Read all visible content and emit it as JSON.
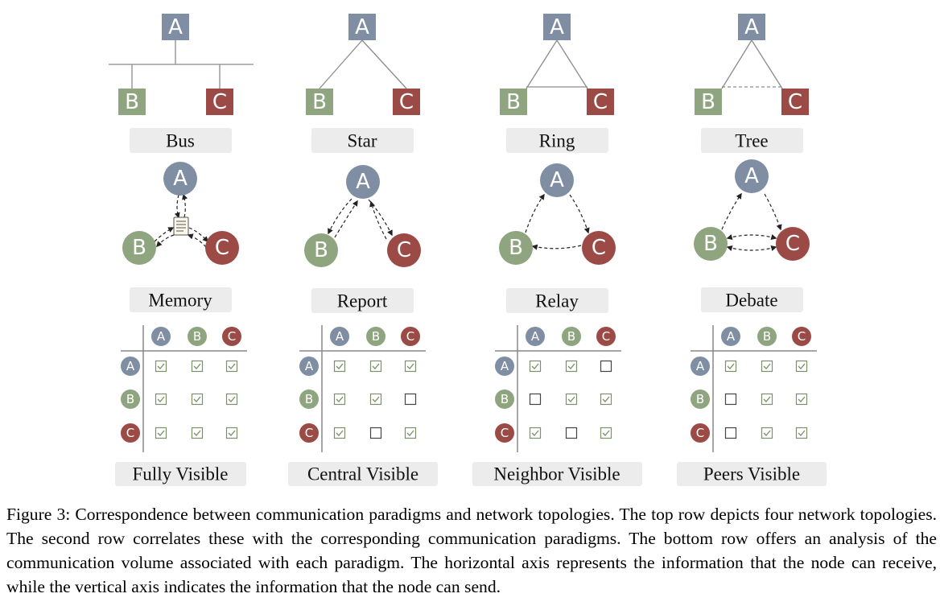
{
  "colors": {
    "node_a": "#7f8ea3",
    "node_b": "#8ea57f",
    "node_c": "#9b4a45",
    "label_bg": "#ececec",
    "line": "#8c8c8c",
    "check": "#7b8f6a"
  },
  "nodes": {
    "a": "A",
    "b": "B",
    "c": "C"
  },
  "topologies": [
    {
      "label": "Bus"
    },
    {
      "label": "Star"
    },
    {
      "label": "Ring"
    },
    {
      "label": "Tree"
    }
  ],
  "paradigms": [
    {
      "label": "Memory"
    },
    {
      "label": "Report"
    },
    {
      "label": "Relay"
    },
    {
      "label": "Debate"
    }
  ],
  "visibility": [
    {
      "label": "Fully Visible",
      "matrix": [
        [
          true,
          true,
          true
        ],
        [
          true,
          true,
          true
        ],
        [
          true,
          true,
          true
        ]
      ]
    },
    {
      "label": "Central Visible",
      "matrix": [
        [
          true,
          true,
          true
        ],
        [
          true,
          true,
          false
        ],
        [
          true,
          false,
          true
        ]
      ]
    },
    {
      "label": "Neighbor Visible",
      "matrix": [
        [
          true,
          true,
          false
        ],
        [
          false,
          true,
          true
        ],
        [
          true,
          false,
          true
        ]
      ]
    },
    {
      "label": "Peers Visible",
      "matrix": [
        [
          true,
          true,
          true
        ],
        [
          false,
          true,
          true
        ],
        [
          false,
          true,
          true
        ]
      ]
    }
  ],
  "caption": "Figure 3: Correspondence between communication paradigms and network topologies. The top row depicts four network topologies. The second row correlates these with the corresponding communication paradigms. The bottom row offers an analysis of the communication volume associated with each paradigm. The horizontal axis represents the information that the node can receive, while the vertical axis indicates the information that the node can send."
}
